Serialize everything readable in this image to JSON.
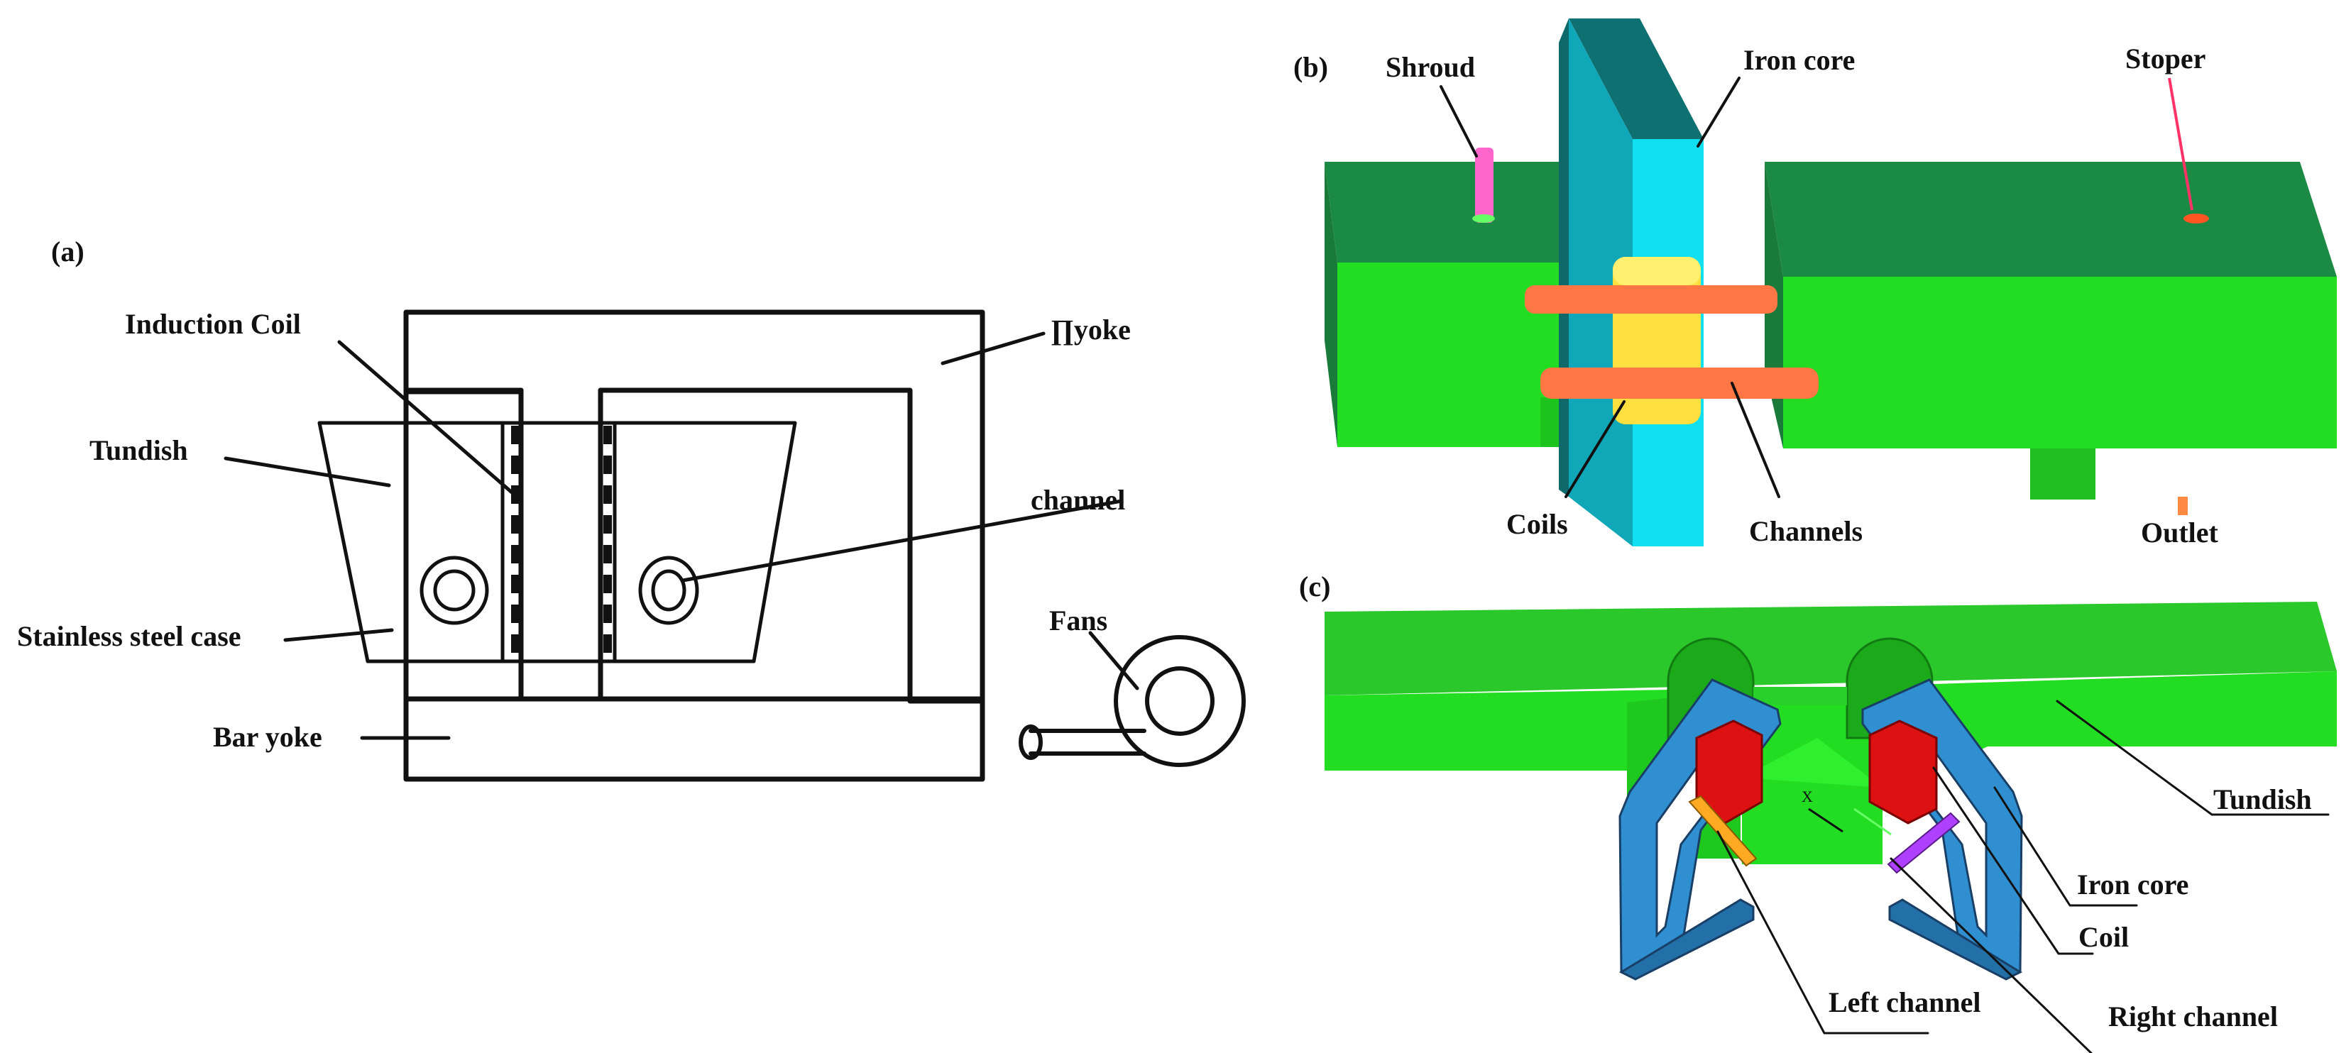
{
  "figure": {
    "panel_a": {
      "tag": "(a)",
      "labels": {
        "induction_coil": "Induction Coil",
        "tundish": "Tundish",
        "stainless_steel_case": "Stainless steel case",
        "bar_yoke": "Bar yoke",
        "pi_yoke": "∏yoke",
        "channel": "channel",
        "fans": "Fans"
      }
    },
    "panel_b": {
      "tag": "(b)",
      "labels": {
        "shroud": "Shroud",
        "iron_core": "Iron core",
        "stoper": "Stoper",
        "coils": "Coils",
        "channels": "Channels",
        "outlet": "Outlet"
      }
    },
    "panel_c": {
      "tag": "(c)",
      "labels": {
        "tundish": "Tundish",
        "iron_core": "Iron core",
        "coil": "Coil",
        "left_channel": "Left channel",
        "right_channel": "Right channel",
        "axis_x": "X"
      }
    },
    "colors": {
      "tundish_green": "#22dd22",
      "tundish_dark": "#1a7a3a",
      "iron_core_cyan": "#10e0f0",
      "iron_core_dark": "#0e7070",
      "coil_yellow": "#ffe040",
      "channel_orange": "#ff7744",
      "shroud_pink": "#ff66cc",
      "core_blue": "#2f8fd0",
      "coil_red": "#dd1111",
      "channel_purple": "#b040ff",
      "channel_amber": "#ffaa22"
    }
  }
}
